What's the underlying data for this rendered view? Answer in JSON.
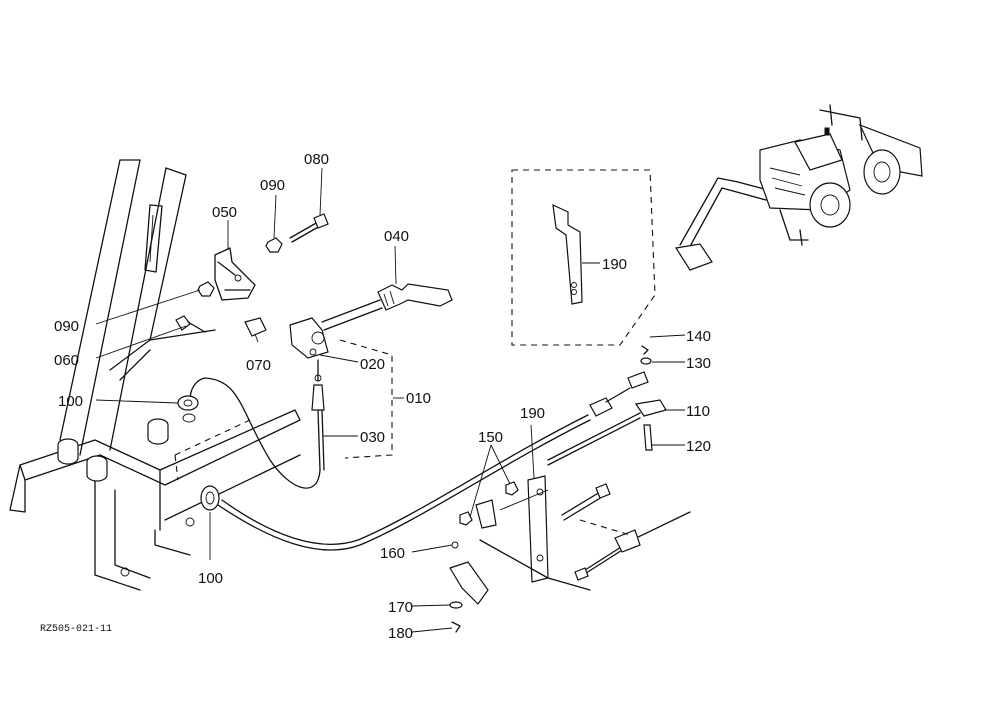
{
  "labels": {
    "p010": "010",
    "p020": "020",
    "p030": "030",
    "p040": "040",
    "p050": "050",
    "p060": "060",
    "p070": "070",
    "p080": "080",
    "p090_top": "090",
    "p090_left": "090",
    "p100_top": "100",
    "p100_bottom": "100",
    "p110": "110",
    "p120": "120",
    "p130": "130",
    "p140": "140",
    "p150": "150",
    "p160": "160",
    "p170": "170",
    "p180": "180",
    "p190_inset": "190",
    "p190_bracket": "190"
  },
  "drawing_code": "RZ505-021-11",
  "icons": [
    "backhoe-tractor-icon"
  ]
}
